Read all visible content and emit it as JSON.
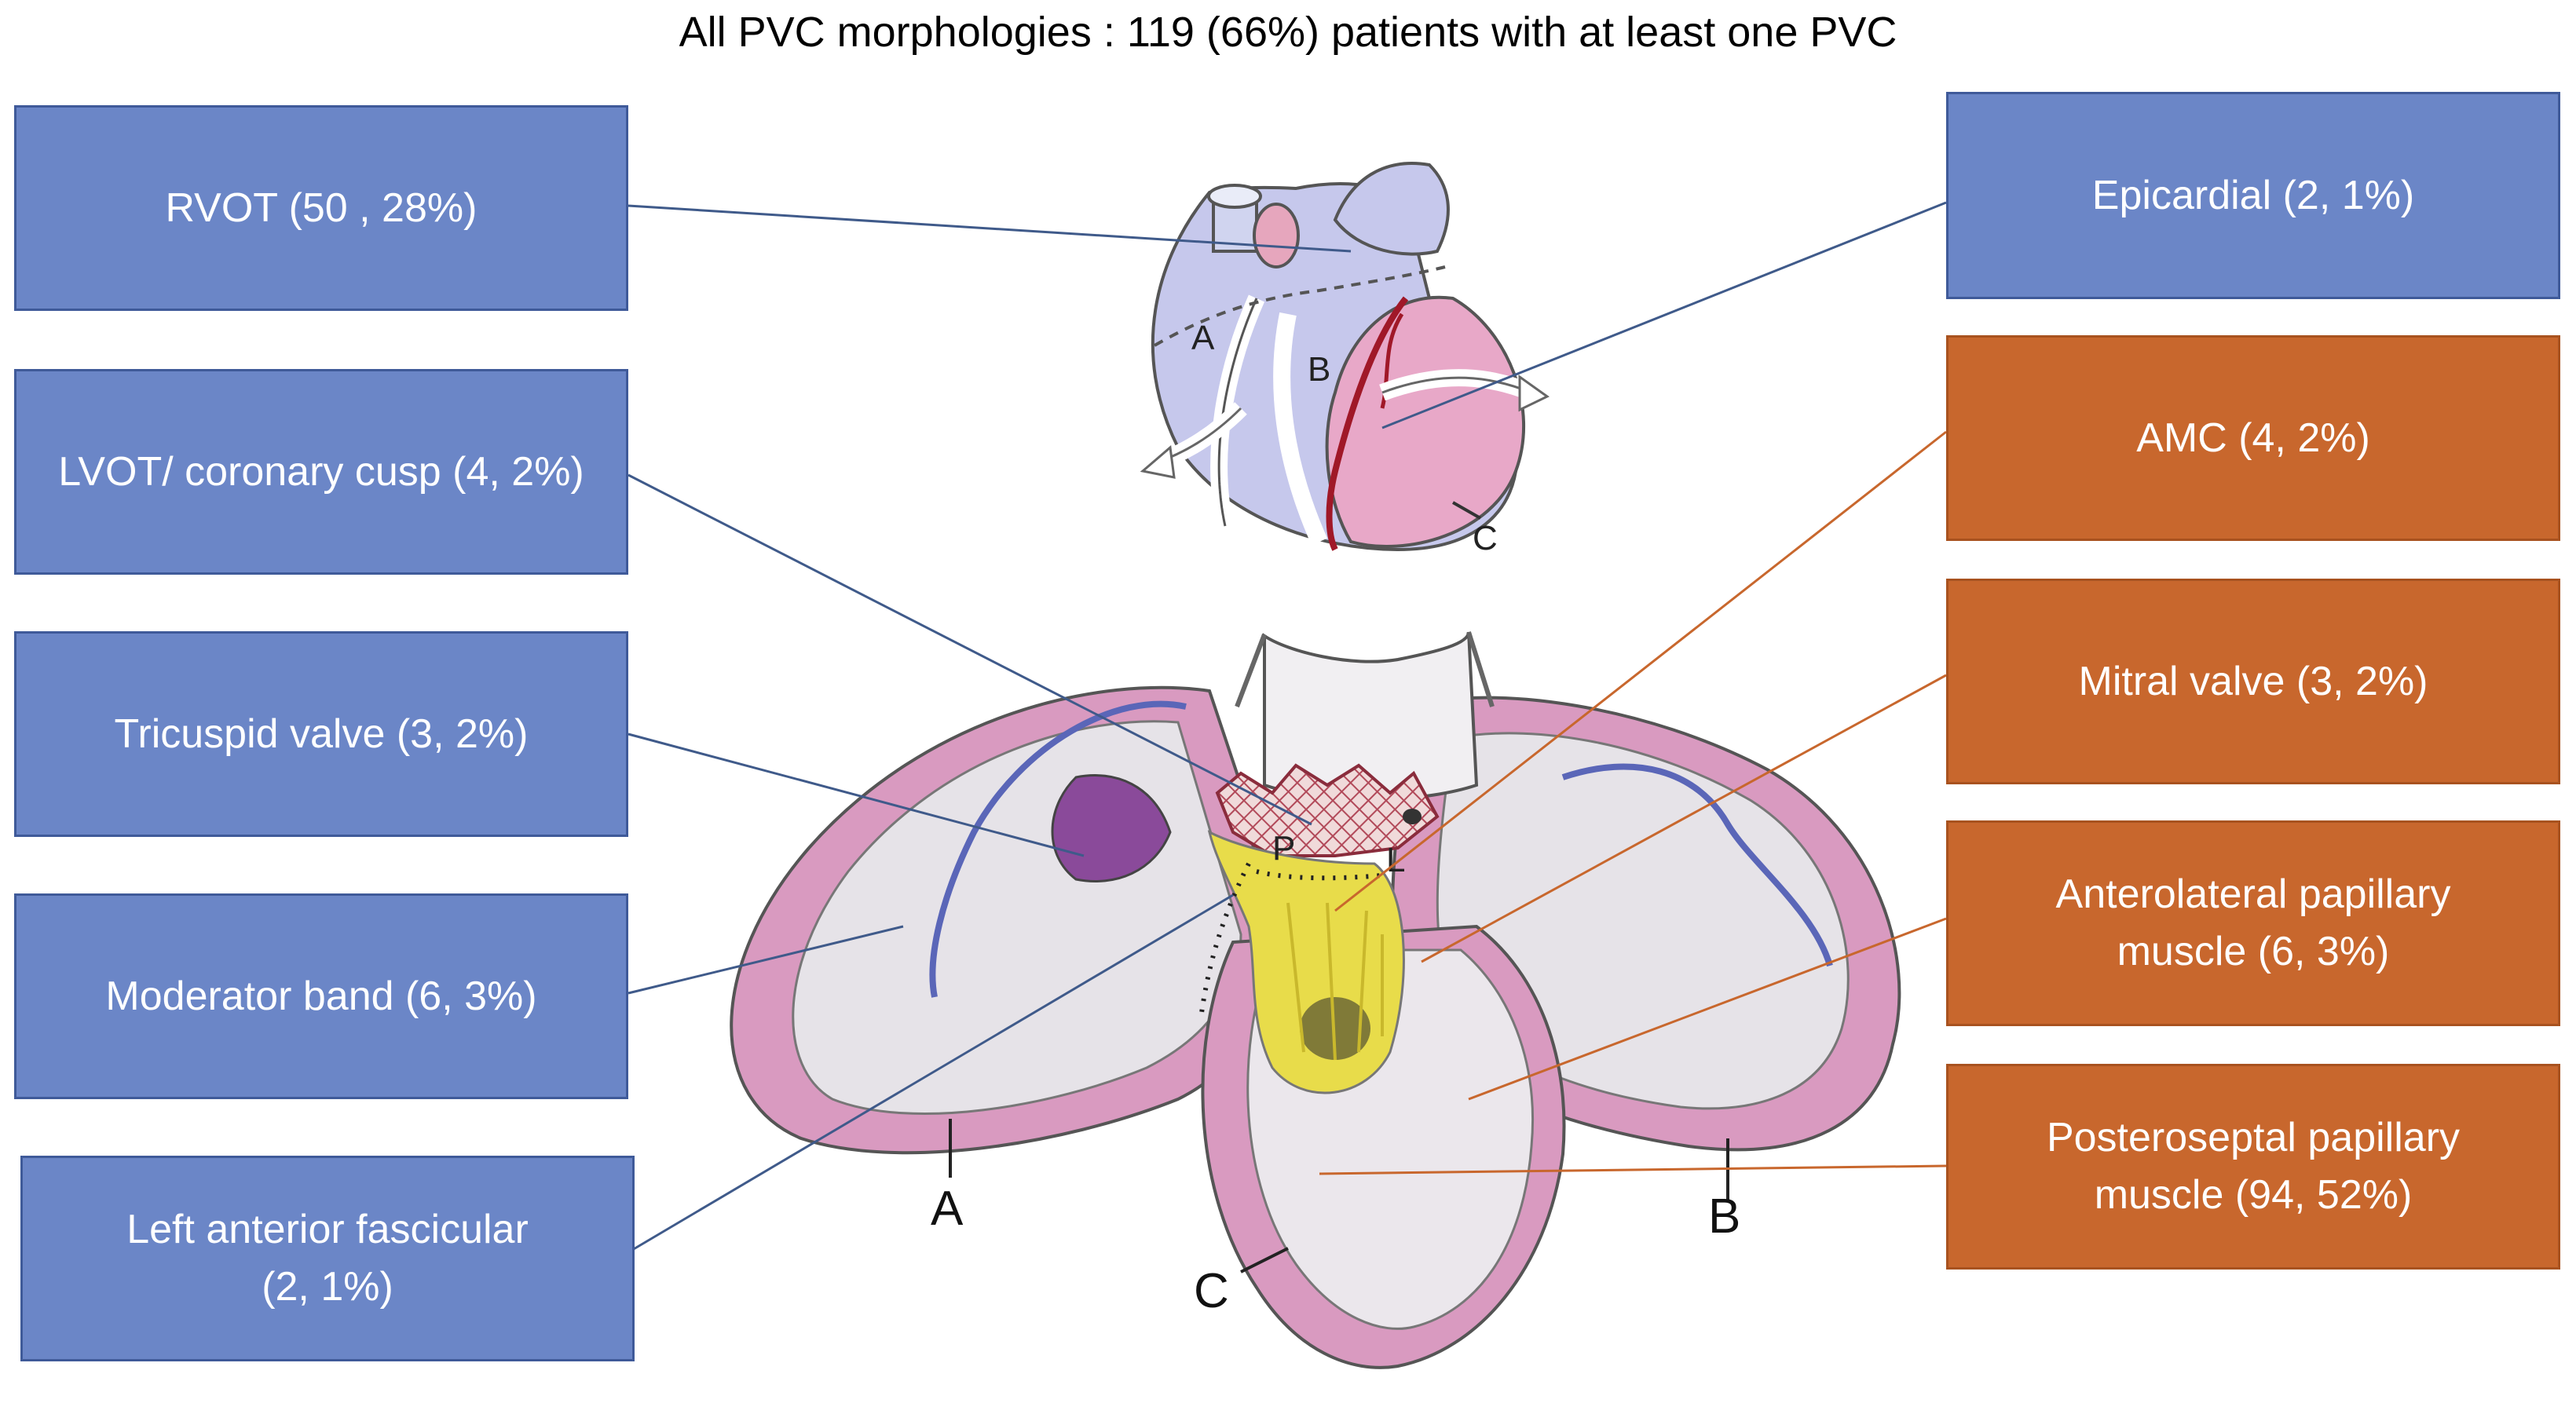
{
  "title": "All PVC morphologies : 119 (66%) patients with at least one PVC",
  "colors": {
    "blue_box": "#6b86c7",
    "orange_box": "#c8672d",
    "leader_blue": "#3f5a8a",
    "leader_orange": "#c8672d"
  },
  "left_labels": [
    {
      "lines": [
        "RVOT (50 , 28%)"
      ]
    },
    {
      "lines": [
        "LVOT/ coronary cusp (4, 2%)"
      ]
    },
    {
      "lines": [
        "Tricuspid valve (3, 2%)"
      ]
    },
    {
      "lines": [
        "Moderator band (6, 3%)"
      ]
    },
    {
      "lines": [
        "Left anterior fascicular",
        "(2, 1%)"
      ]
    }
  ],
  "right_labels": [
    {
      "lines": [
        "Epicardial  (2, 1%)"
      ]
    },
    {
      "lines": [
        "AMC (4, 2%)"
      ]
    },
    {
      "lines": [
        "Mitral valve (3, 2%)"
      ]
    },
    {
      "lines": [
        "Anterolateral papillary",
        "muscle (6, 3%)"
      ]
    },
    {
      "lines": [
        "Posteroseptal papillary",
        "muscle (94, 52%)"
      ]
    }
  ],
  "illustration": {
    "heart_letters": [
      "A",
      "B",
      "C"
    ],
    "valve_letters": [
      "P",
      "L"
    ],
    "chamber_letters": [
      "A",
      "B",
      "C"
    ]
  }
}
